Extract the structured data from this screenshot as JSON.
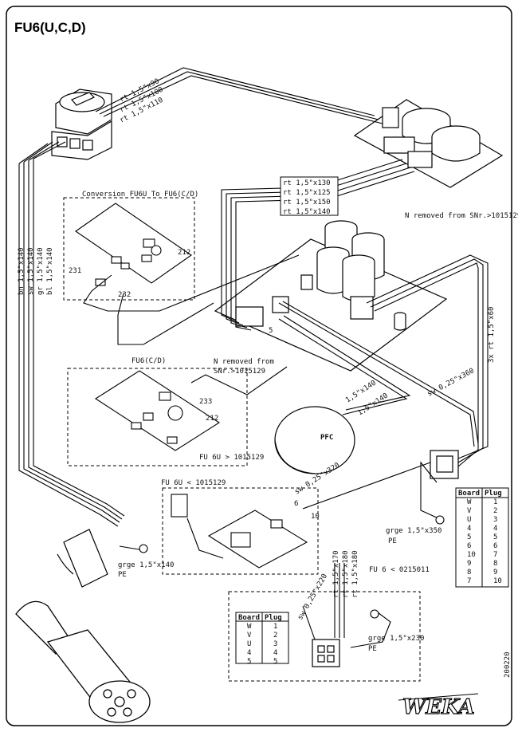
{
  "title": "FU6(U,C,D)",
  "drawing_number": "200220",
  "logo": "WEKA",
  "wire_labels": {
    "switch_wires": [
      "rt 1,5\"x90",
      "rt 1,5\"x100",
      "rt 1,5\"x110"
    ],
    "board_wires": [
      "rt 1,5\"x130",
      "rt 1,5\"x125",
      "rt 1,5\"x150",
      "rt 1,5\"x140"
    ],
    "main_cable": [
      "bn 1,5\"x140",
      "sw 1,5\"x140",
      "gr 1,5\"x140",
      "bl 1,5\"x140"
    ],
    "motor_wires": [
      "1,5\"x140",
      "1,5\"x140"
    ],
    "signal_top": "sw 0,25\"x360",
    "signal_bottom": "sw 0,25\"x320",
    "signal_inset": "sw 0,25\"x220",
    "side_wires": "3x rt 1,5\"x60",
    "inset_wires": [
      "rt 1,5\"x170",
      "rt 1,5\"x180",
      "rt 1,5\"x180"
    ],
    "pe_left": "grge 1,5\"x140",
    "pe_left_sub": "PE",
    "pe_right": "grge 1,5\"x350",
    "pe_right_sub": "PE",
    "pe_inset": "grge 1,5\"x230",
    "pe_inset_sub": "PE"
  },
  "notes": {
    "n_removed_top": "N removed from SNr.>1015129",
    "n_removed_mid_1": "N removed from",
    "n_removed_mid_2": "SNr.>1015129",
    "conversion_title": "Conversion FU6U To FU6(C/D)",
    "fu6cd_title": "FU6(C/D)",
    "fu6u_gt": "FU 6U > 1015129",
    "fu6u_lt": "FU 6U < 1015129",
    "fu6_lt": "FU 6 < 0215011",
    "pfc": "PFC"
  },
  "part_numbers": {
    "p212a": "212",
    "p231": "231",
    "p232": "232",
    "p233": "233",
    "p212b": "212",
    "pin6": "6",
    "pin10": "10",
    "pin5": "5"
  },
  "table_right": {
    "headers": [
      "Board",
      "Plug"
    ],
    "rows": [
      [
        "W",
        "1"
      ],
      [
        "V",
        "2"
      ],
      [
        "U",
        "3"
      ],
      [
        "4",
        "4"
      ],
      [
        "5",
        "5"
      ],
      [
        "6",
        "6"
      ],
      [
        "10",
        "7"
      ],
      [
        "9",
        "8"
      ],
      [
        "8",
        "9"
      ],
      [
        "7",
        "10"
      ]
    ]
  },
  "table_inset": {
    "headers": [
      "Board",
      "Plug"
    ],
    "rows": [
      [
        "W",
        "1"
      ],
      [
        "V",
        "2"
      ],
      [
        "U",
        "3"
      ],
      [
        "4",
        "4"
      ],
      [
        "5",
        "5"
      ]
    ]
  }
}
